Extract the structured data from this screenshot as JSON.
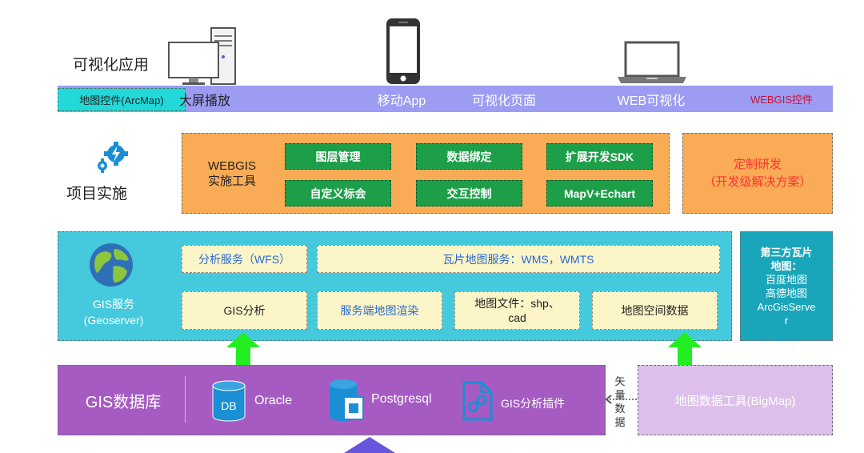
{
  "app_layer": {
    "title": "可视化应用",
    "arcmap_control": "地图控件(ArcMap)",
    "big_screen": "大屏播放",
    "mobile_app": "移动App",
    "visual_page": "可视化页面",
    "web_visual": "WEB可视化",
    "webgis_control": "WEBGIS控件"
  },
  "impl_layer": {
    "title": "项目实施",
    "tool_title_line1": "WEBGIS",
    "tool_title_line2": "实施工具",
    "buttons": [
      "图层管理",
      "数据绑定",
      "扩展开发SDK",
      "自定义标会",
      "交互控制",
      "MapV+Echart"
    ],
    "custom_line1": "定制研发",
    "custom_line2": "（开发级解决方案）"
  },
  "gis_layer": {
    "service_line1": "GIS服务",
    "service_line2": "(Geoserver)",
    "analysis_service": "分析服务（WFS）",
    "tile_service": "瓦片地图服务：WMS，WMTS",
    "gis_analysis": "GIS分析",
    "server_render": "服务端地图渲染",
    "map_file_line1": "地图文件：shp、",
    "map_file_line2": "cad",
    "spatial_data": "地图空间数据",
    "third_party": [
      "第三方瓦片",
      "地图：",
      "百度地图",
      "高德地图",
      "ArcGisServe",
      "r"
    ]
  },
  "db_layer": {
    "title": "GIS数据库",
    "oracle": "Oracle",
    "postgresql": "Postgresql",
    "plugin": "GIS分析插件",
    "db_icon_text": "DB",
    "vector_data": [
      "矢",
      "量",
      "数",
      "据"
    ],
    "bigmap": "地图数据工具(BigMap)"
  },
  "colors": {
    "band": "#9c9cf2",
    "arcmap": "#22d8d8",
    "orange": "#f9ac55",
    "green_button": "#1d9f49",
    "cyan_panel": "#45c9dd",
    "teal_panel": "#1aa6ba",
    "yellow_box": "#fcf5c8",
    "purple_db": "#a55bc2",
    "light_purple": "#dcc0eb",
    "arrow_green": "#22ee22",
    "arrow_blue": "#6655dd",
    "webgis_red": "#cc1133"
  },
  "icons": [
    "desktop-computer-icon",
    "smartphone-icon",
    "laptop-icon",
    "gears-icon",
    "globe-icon",
    "database-icon",
    "document-database-icon",
    "plugin-icon"
  ]
}
